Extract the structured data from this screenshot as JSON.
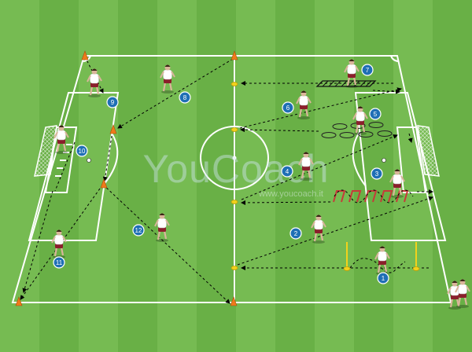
{
  "watermark": {
    "brand": "YouCoach",
    "url": "www.youcoach.it"
  },
  "players": [
    {
      "number": "1"
    },
    {
      "number": "2"
    },
    {
      "number": "3"
    },
    {
      "number": "4"
    },
    {
      "number": "5"
    },
    {
      "number": "6"
    },
    {
      "number": "7"
    },
    {
      "number": "8"
    },
    {
      "number": "9"
    },
    {
      "number": "10"
    },
    {
      "number": "11"
    },
    {
      "number": "12"
    }
  ],
  "colors": {
    "grass_light": "#76bb52",
    "grass_dark": "#69b046",
    "lines": "#ffffff",
    "number_badge": "#1f6fb5",
    "cone": "#f07a1a",
    "pole": "#f2d21b",
    "hurdle": "#c73a3a",
    "kit_shirt": "#ffffff",
    "kit_shorts": "#8a1f2b"
  },
  "icons": [
    "cone-icon",
    "pole-icon",
    "hurdle-icon",
    "ring-icon",
    "ladder-icon",
    "goal-icon",
    "player-icon"
  ]
}
